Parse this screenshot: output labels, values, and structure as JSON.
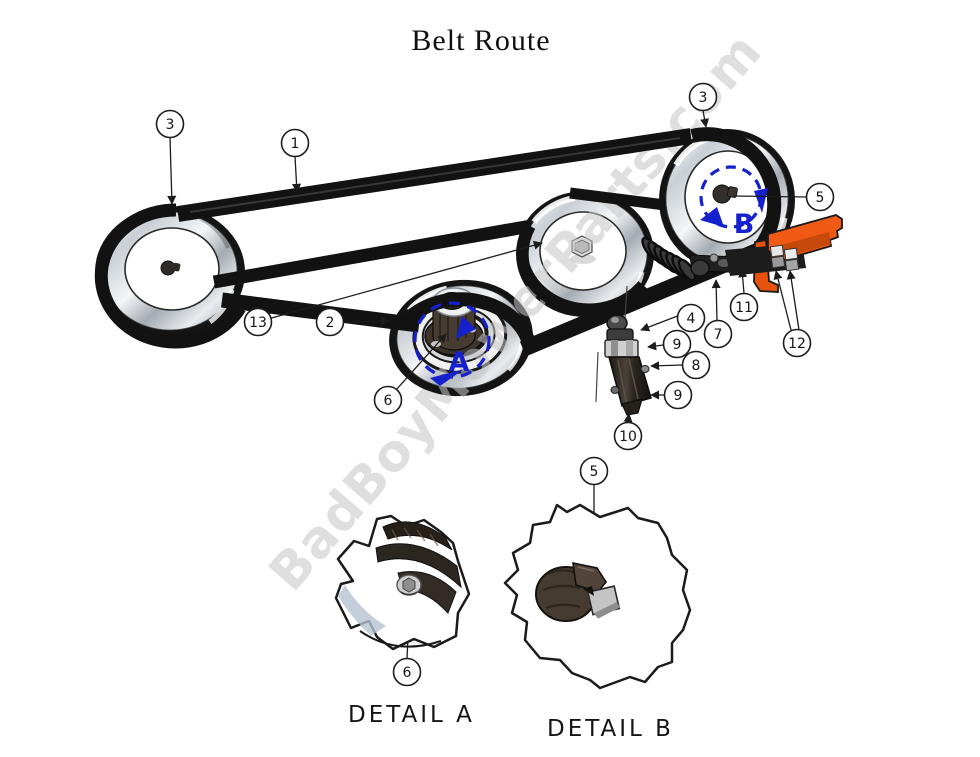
{
  "title": "Belt Route",
  "watermark": "BadBoyMowerParts.com",
  "labels": {
    "detail_a": "DETAIL  A",
    "detail_b": "DETAIL  B",
    "rotation_a": "A",
    "rotation_b": "B"
  },
  "colors": {
    "accent_orange": "#f05a14",
    "annotation_blue": "#1520cf",
    "watermark_gray": "#c6c6c6",
    "line_black": "#1c1c1c"
  },
  "callouts": [
    {
      "num": "3"
    },
    {
      "num": "1"
    },
    {
      "num": "3"
    },
    {
      "num": "5"
    },
    {
      "num": "13"
    },
    {
      "num": "2"
    },
    {
      "num": "6"
    },
    {
      "num": "4"
    },
    {
      "num": "9"
    },
    {
      "num": "8"
    },
    {
      "num": "9"
    },
    {
      "num": "10"
    },
    {
      "num": "7"
    },
    {
      "num": "11"
    },
    {
      "num": "12"
    },
    {
      "num": "5"
    },
    {
      "num": "6"
    }
  ]
}
